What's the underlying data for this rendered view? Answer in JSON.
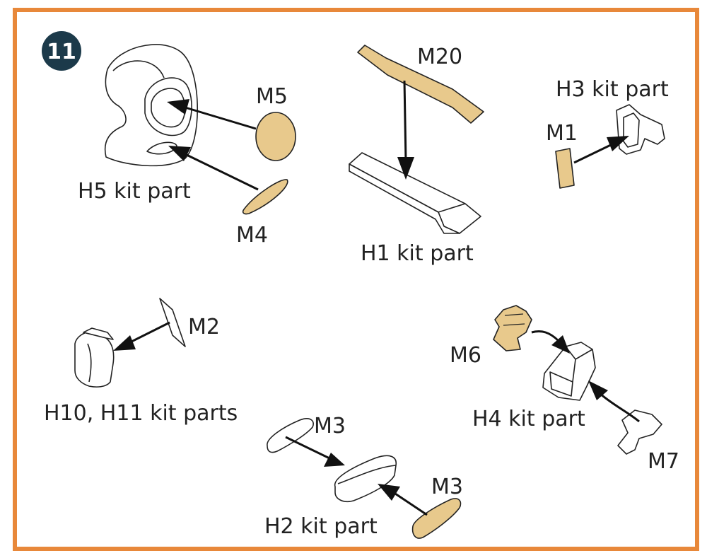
{
  "step": "11",
  "colors": {
    "frame": "#e8883a",
    "badge": "#1c3a4a",
    "photoetch": "#e8c98c"
  },
  "labels": {
    "m5": "M5",
    "h5": "H5 kit part",
    "m4": "M4",
    "m20": "M20",
    "h1": "H1 kit part",
    "h3": "H3 kit part",
    "m1": "M1",
    "m2": "M2",
    "h10": "H10, H11 kit parts",
    "m6": "M6",
    "h4": "H4 kit part",
    "m7": "M7",
    "m3a": "M3",
    "m3b": "M3",
    "h2": "H2 kit part"
  }
}
